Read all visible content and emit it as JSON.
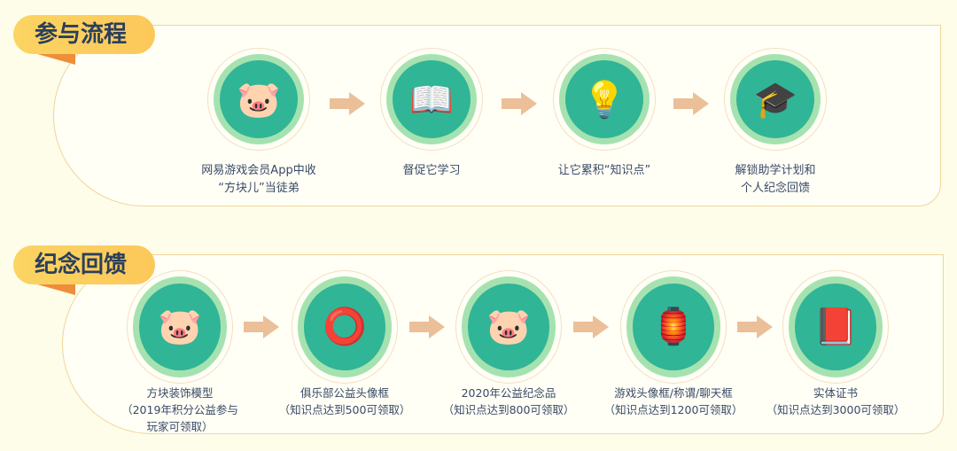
{
  "process": {
    "title": "参与流程",
    "steps": [
      {
        "icon": "pig-block-icon",
        "label1": "网易游戏会员App中收",
        "label2": "“方块儿”当徒弟"
      },
      {
        "icon": "book-pencil-icon",
        "label1": "督促它学习",
        "label2": ""
      },
      {
        "icon": "lightbulb-question-icon",
        "label1": "让它累积“知识点”",
        "label2": ""
      },
      {
        "icon": "graduation-cap-icon",
        "label1": "解锁助学计划和",
        "label2": "个人纪念回馈"
      }
    ]
  },
  "rewards": {
    "title": "纪念回馈",
    "items": [
      {
        "icon": "pig-figure-icon",
        "label1": "方块装饰模型",
        "label2": "（2019年积分公益参与",
        "label3": "玩家可领取）"
      },
      {
        "icon": "avatar-frame-icon",
        "label1": "俱乐部公益头像框",
        "label2": "（知识点达到500可领取）",
        "label3": ""
      },
      {
        "icon": "pig-souvenir-icon",
        "label1": "2020年公益纪念品",
        "label2": "（知识点达到800可领取）",
        "label3": ""
      },
      {
        "icon": "game-frame-icon",
        "label1": "游戏头像框/称谓/聊天框",
        "label2": "（知识点达到1200可领取）",
        "label3": ""
      },
      {
        "icon": "certificate-icon",
        "label1": "实体证书",
        "label2": "（知识点达到3000可领取）",
        "label3": ""
      }
    ]
  },
  "colors": {
    "teal": "#30b596",
    "ring": "#a6e2b0",
    "arrow": "#ebbf98",
    "tag": "#fbd462",
    "text": "#3a4a66"
  }
}
